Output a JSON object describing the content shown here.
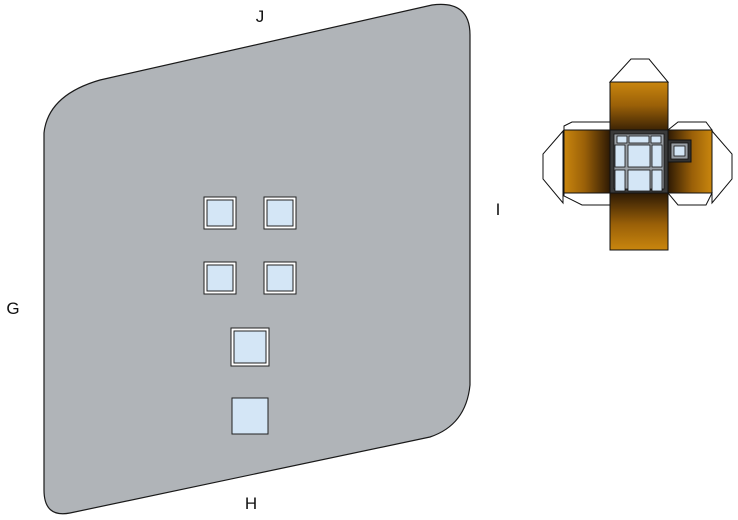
{
  "labels": {
    "top": "J",
    "right": "I",
    "bottom": "H",
    "left": "G"
  },
  "colors": {
    "wall_fill": "#b0b4b8",
    "wall_stroke": "#1a1a1a",
    "window_glass": "#d4e6f6",
    "window_frame": "#222222",
    "net_orange": "#c9860e",
    "net_dark": "#3a2408",
    "net_cap": "#ffffff"
  }
}
